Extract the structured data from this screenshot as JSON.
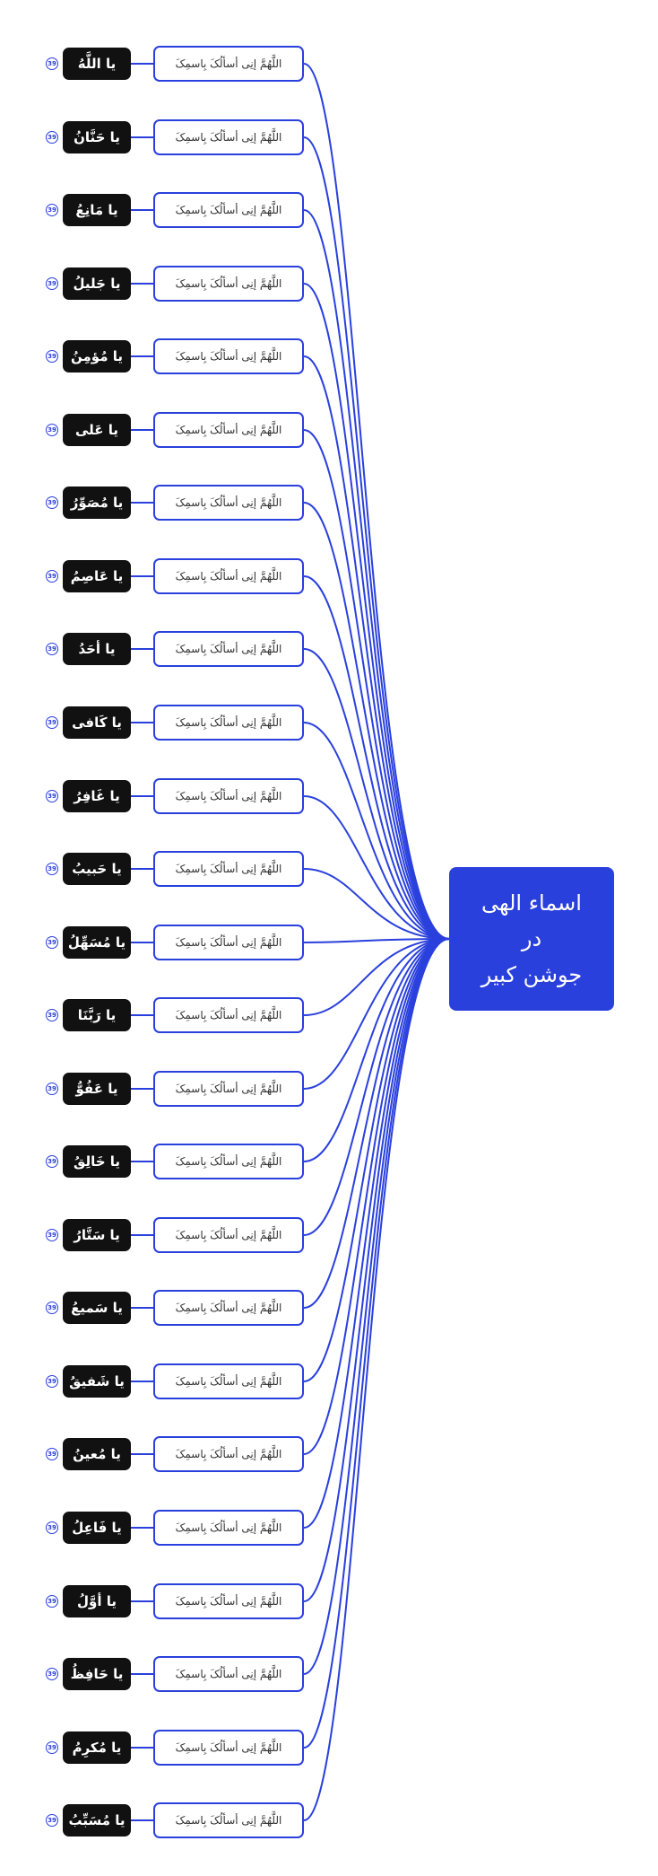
{
  "root": {
    "title": "اسماء الهی\nدر\nجوشن کبیر"
  },
  "prayer_text": "اللَّهُمَّ إنِی أسألُکَ بِاسمِکَ",
  "badge_label": "39",
  "colors": {
    "accent": "#2a40dd",
    "name_bg": "#111111",
    "name_text": "#ffffff"
  },
  "names": [
    {
      "label": "یا اللَّهُ"
    },
    {
      "label": "یا حَنَّانُ"
    },
    {
      "label": "یا مَانِعُ"
    },
    {
      "label": "یا جَلیلُ"
    },
    {
      "label": "یا مُؤمِنُ"
    },
    {
      "label": "یا عَلی"
    },
    {
      "label": "یا مُصَوِّرُ"
    },
    {
      "label": "یا عَاصِمُ"
    },
    {
      "label": "یا أحَدُ"
    },
    {
      "label": "یا کَافی"
    },
    {
      "label": "یا غَافِرُ"
    },
    {
      "label": "یا حَبیبُ"
    },
    {
      "label": "یا مُسَهِّلُ"
    },
    {
      "label": "یا رَبَّنَا"
    },
    {
      "label": "یا عَفُوُّ"
    },
    {
      "label": "یا خَالِقُ"
    },
    {
      "label": "یا سَتَّارُ"
    },
    {
      "label": "یا سَمیعُ"
    },
    {
      "label": "یا شَفیقُ"
    },
    {
      "label": "یا مُعینُ"
    },
    {
      "label": "یا فَاعِلُ"
    },
    {
      "label": "یا أوَّلُ"
    },
    {
      "label": "یا حَافِظُ"
    },
    {
      "label": "یا مُکرِمُ"
    },
    {
      "label": "یا مُسَبِّبُ"
    }
  ]
}
